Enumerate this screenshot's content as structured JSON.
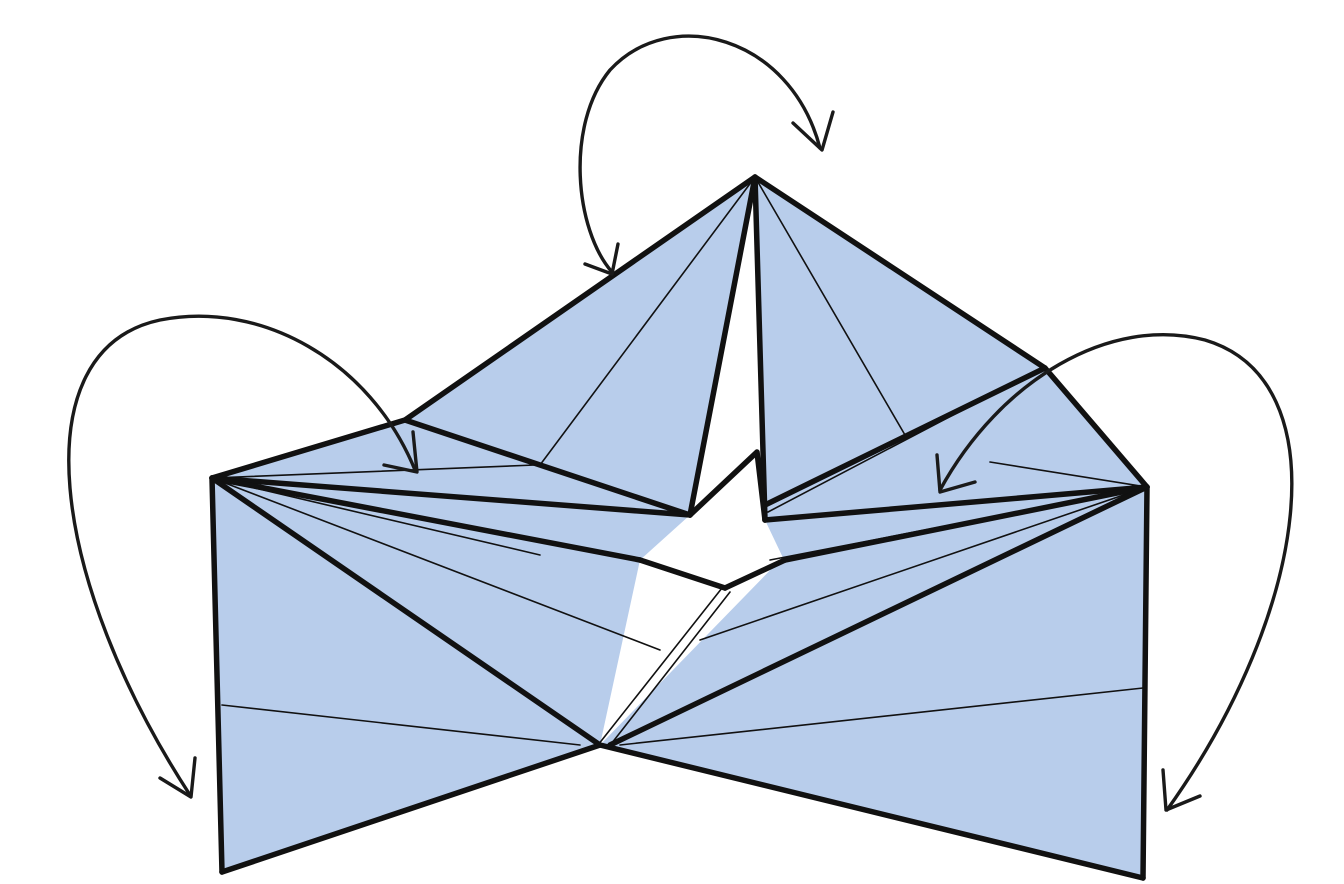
{
  "diagram": {
    "kind": "origami-fold-step",
    "colors": {
      "paper": "#b8cdeb",
      "paper_shade": "#a9c0e4",
      "lines": "#111111",
      "background": "#ffffff"
    },
    "arrows": [
      {
        "name": "top-flap-fold-arrow",
        "direction": "counterclockwise-down-left"
      },
      {
        "name": "left-flap-fold-arrow",
        "direction": "down-to-left-panel"
      },
      {
        "name": "right-flap-fold-arrow",
        "direction": "down-to-right-panel"
      },
      {
        "name": "left-inner-fold-arrow",
        "direction": "into-left-pocket"
      },
      {
        "name": "right-inner-fold-arrow",
        "direction": "into-right-pocket"
      }
    ]
  }
}
